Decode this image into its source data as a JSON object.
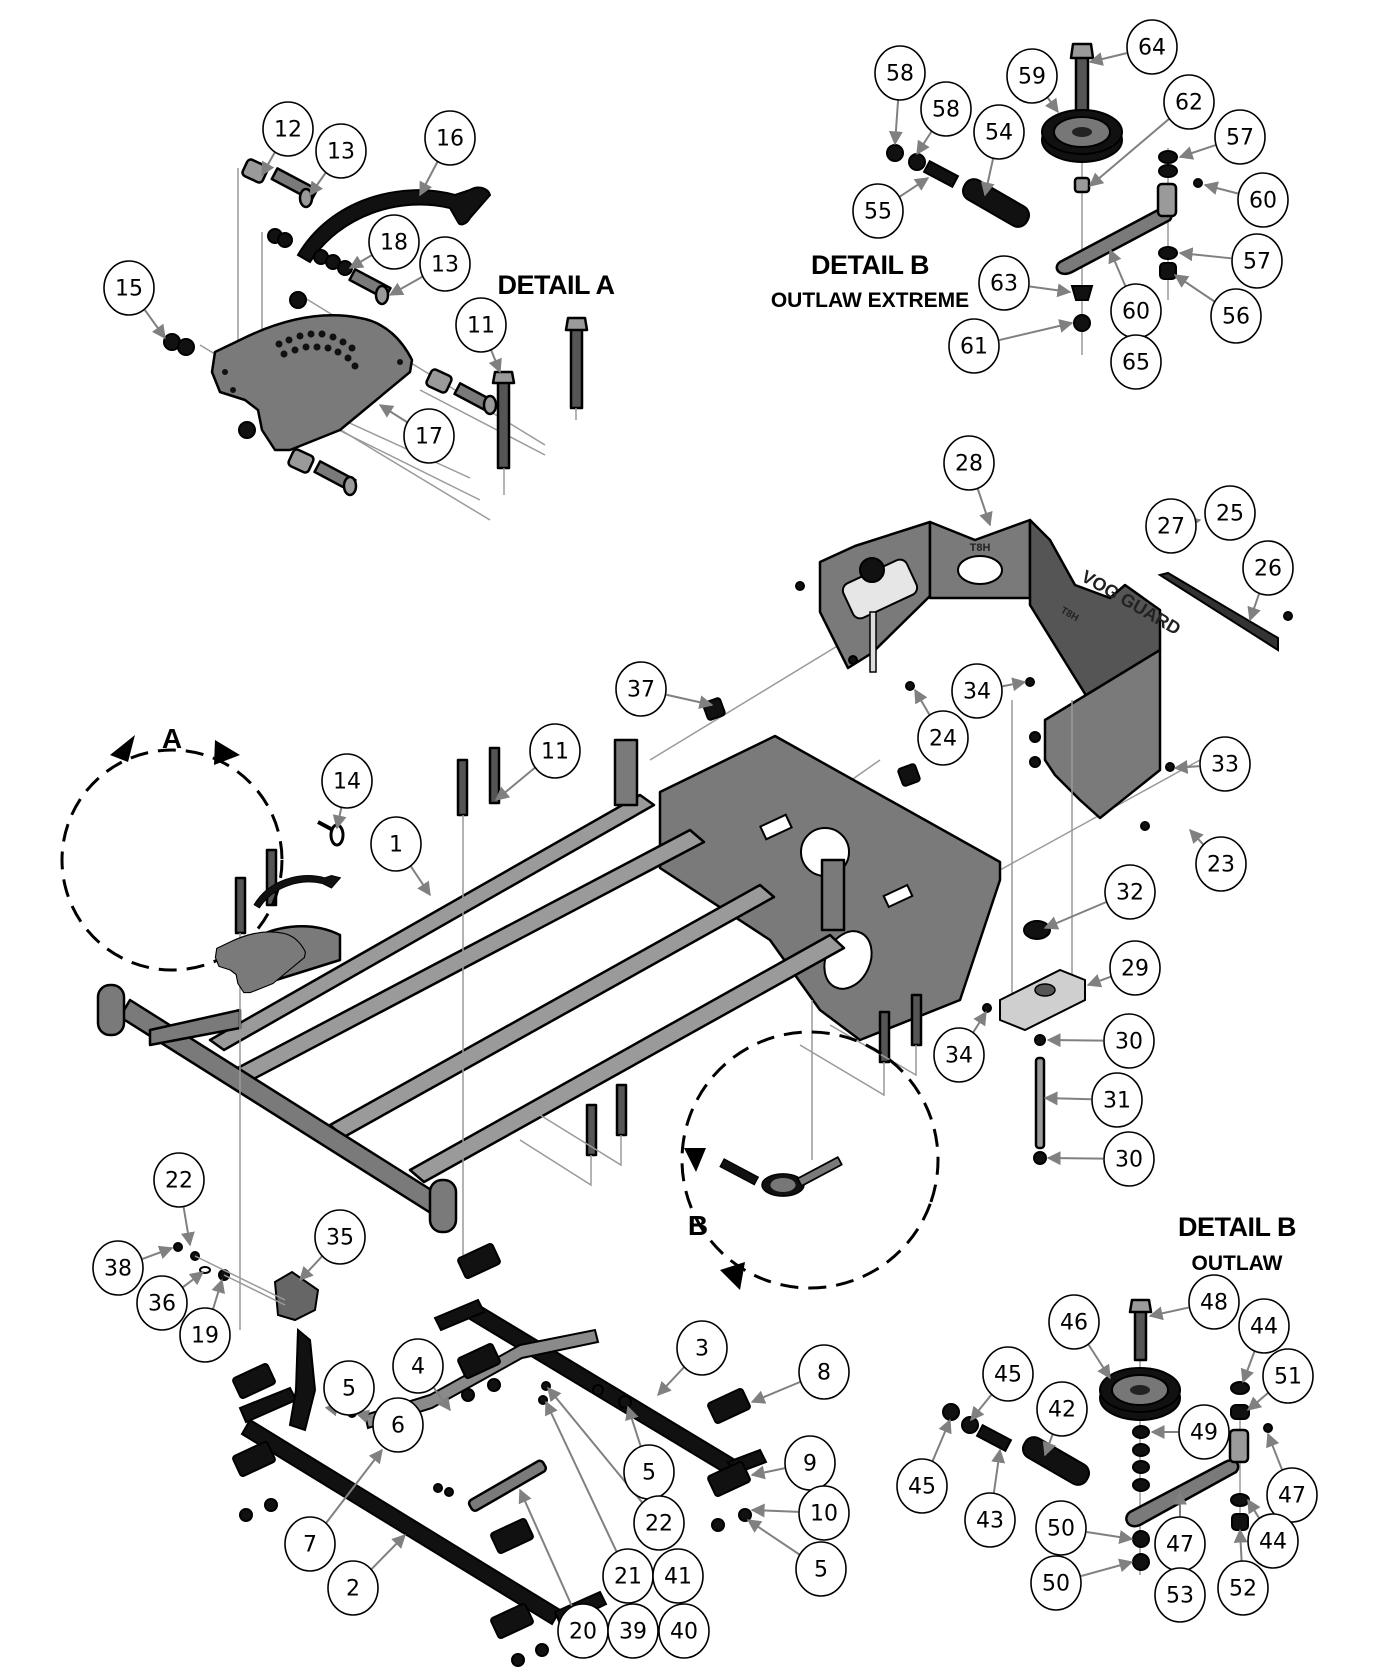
{
  "diagram": {
    "type": "exploded-parts-diagram",
    "subject": "mower frame assembly",
    "labels": {
      "detail_a_title": "DETAIL  A",
      "detail_b_top_title": "DETAIL B",
      "detail_b_top_subtitle": "OUTLAW EXTREME",
      "detail_b_bottom_title": "DETAIL B",
      "detail_b_bottom_subtitle": "OUTLAW",
      "view_a_letter": "A",
      "view_b_letter": "B",
      "shield_embossed_text": "VOG GUARD",
      "shield_tag_left": "T8H",
      "shield_tag_right": "T8H"
    },
    "detail_a_callouts": [
      "12",
      "13",
      "16",
      "18",
      "13",
      "15",
      "11",
      "17"
    ],
    "detail_b_extreme_callouts": [
      "58",
      "58",
      "59",
      "64",
      "62",
      "57",
      "54",
      "55",
      "60",
      "57",
      "63",
      "60",
      "56",
      "61",
      "65"
    ],
    "shield_callouts": [
      "28",
      "27",
      "25",
      "26",
      "37",
      "34",
      "24",
      "33",
      "23"
    ],
    "frame_callouts": [
      "11",
      "14",
      "1",
      "32",
      "29",
      "34",
      "30",
      "31",
      "30"
    ],
    "lower_assembly_callouts": [
      "22",
      "35",
      "38",
      "36",
      "19",
      "3",
      "8",
      "4",
      "5",
      "6",
      "5",
      "9",
      "10",
      "5",
      "7",
      "2",
      "22",
      "21",
      "41",
      "20",
      "39",
      "40"
    ],
    "detail_b_outlaw_callouts": [
      "46",
      "48",
      "44",
      "45",
      "51",
      "42",
      "49",
      "45",
      "43",
      "47",
      "50",
      "47",
      "44",
      "50",
      "53",
      "52"
    ],
    "colors": {
      "line": "#000000",
      "leader": "#808080",
      "metal": "#7a7a7a",
      "metal_light": "#9a9a9a",
      "metal_dark": "#555555",
      "background": "#ffffff"
    }
  }
}
